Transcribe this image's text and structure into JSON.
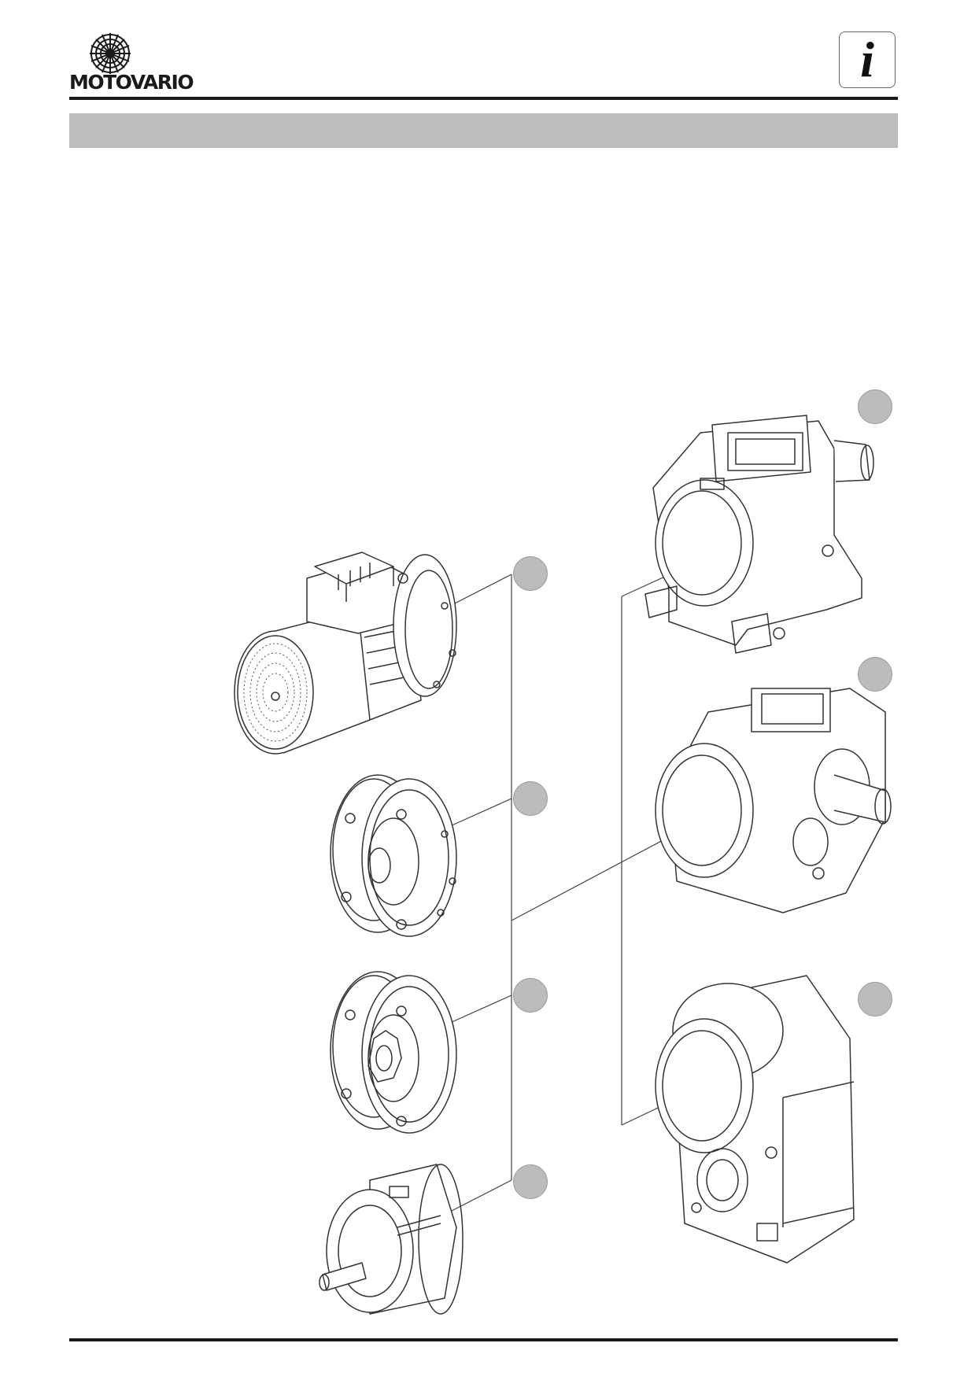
{
  "brand": {
    "name": "MOTOVARIO",
    "logo_icon": "starburst-gear-icon"
  },
  "header": {
    "info_icon": "info-i-icon",
    "info_glyph": "i"
  },
  "section_band": {
    "title": ""
  },
  "figure": {
    "description_items": [
      "electric-motor",
      "motor-flange-adapter-shaft",
      "motor-flange-adapter-coupling",
      "input-shaft-unit",
      "helical-gearbox",
      "helical-bevel-gearbox",
      "shaft-mounted-gearbox"
    ]
  }
}
